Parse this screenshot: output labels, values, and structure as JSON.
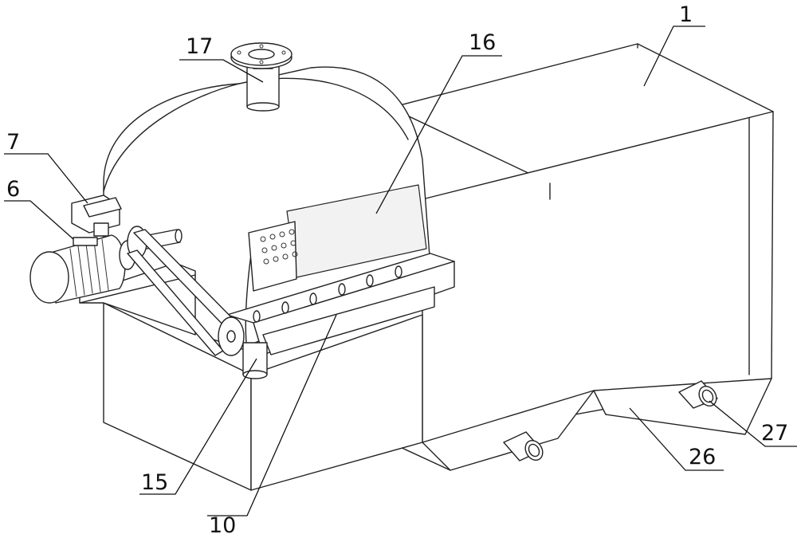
{
  "callouts": [
    {
      "id": "c1",
      "text": "1"
    },
    {
      "id": "c6",
      "text": "6"
    },
    {
      "id": "c7",
      "text": "7"
    },
    {
      "id": "c10",
      "text": "10"
    },
    {
      "id": "c15",
      "text": "15"
    },
    {
      "id": "c16",
      "text": "16"
    },
    {
      "id": "c17",
      "text": "17"
    },
    {
      "id": "c26",
      "text": "26"
    },
    {
      "id": "c27",
      "text": "27"
    }
  ],
  "colors": {
    "line": "#222222",
    "background": "#ffffff"
  }
}
